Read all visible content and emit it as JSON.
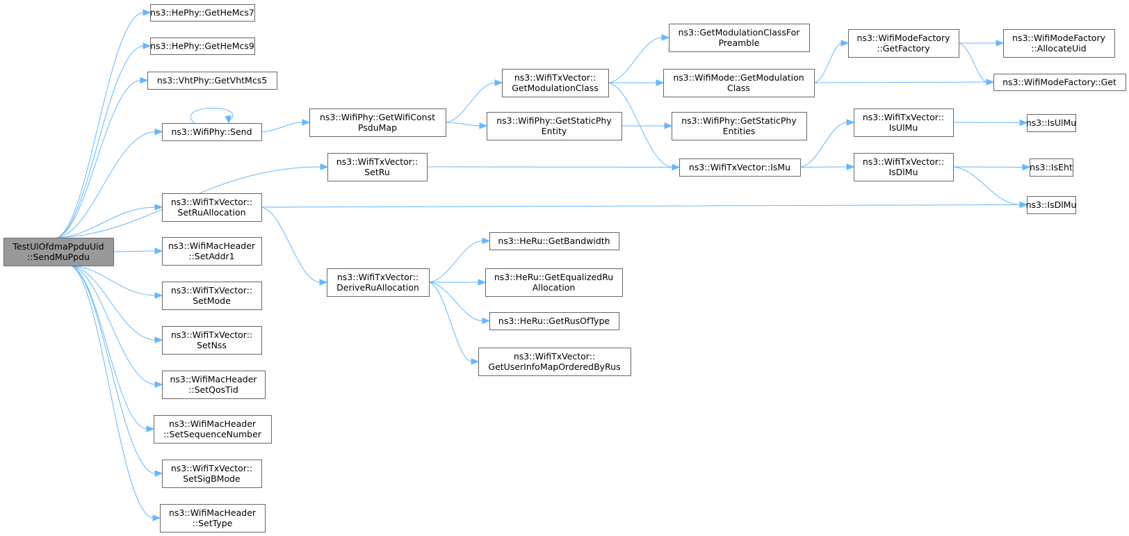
{
  "graph": {
    "nodes": [
      {
        "id": "root",
        "lines": [
          "TestUlOfdmaPpduUid",
          "::SendMuPpdu"
        ],
        "root": true
      },
      {
        "id": "getHeMcs7",
        "lines": [
          "ns3::HePhy::GetHeMcs7"
        ]
      },
      {
        "id": "getHeMcs9",
        "lines": [
          "ns3::HePhy::GetHeMcs9"
        ]
      },
      {
        "id": "getVhtMcs5",
        "lines": [
          "ns3::VhtPhy::GetVhtMcs5"
        ]
      },
      {
        "id": "send",
        "lines": [
          "ns3::WifiPhy::Send"
        ]
      },
      {
        "id": "setRu",
        "lines": [
          "ns3::WifiTxVector::",
          "SetRu"
        ]
      },
      {
        "id": "setRuAllocation",
        "lines": [
          "ns3::WifiTxVector::",
          "SetRuAllocation"
        ]
      },
      {
        "id": "setAddr1",
        "lines": [
          "ns3::WifiMacHeader",
          "::SetAddr1"
        ]
      },
      {
        "id": "setMode",
        "lines": [
          "ns3::WifiTxVector::",
          "SetMode"
        ]
      },
      {
        "id": "setNss",
        "lines": [
          "ns3::WifiTxVector::",
          "SetNss"
        ]
      },
      {
        "id": "setQosTid",
        "lines": [
          "ns3::WifiMacHeader",
          "::SetQosTid"
        ]
      },
      {
        "id": "setSeqNum",
        "lines": [
          "ns3::WifiMacHeader",
          "::SetSequenceNumber"
        ]
      },
      {
        "id": "setSigBMode",
        "lines": [
          "ns3::WifiTxVector::",
          "SetSigBMode"
        ]
      },
      {
        "id": "setType",
        "lines": [
          "ns3::WifiMacHeader",
          "::SetType"
        ]
      },
      {
        "id": "getWifiConstPsduMap",
        "lines": [
          "ns3::WifiPhy::GetWifiConst",
          "PsduMap"
        ]
      },
      {
        "id": "getModulationClass",
        "lines": [
          "ns3::WifiTxVector::",
          "GetModulationClass"
        ]
      },
      {
        "id": "getStaticPhyEntity",
        "lines": [
          "ns3::WifiPhy::GetStaticPhy",
          "Entity"
        ]
      },
      {
        "id": "deriveRuAllocation",
        "lines": [
          "ns3::WifiTxVector::",
          "DeriveRuAllocation"
        ]
      },
      {
        "id": "getBandwidth",
        "lines": [
          "ns3::HeRu::GetBandwidth"
        ]
      },
      {
        "id": "getEqualizedRuAllocation",
        "lines": [
          "ns3::HeRu::GetEqualizedRu",
          "Allocation"
        ]
      },
      {
        "id": "getRusOfType",
        "lines": [
          "ns3::HeRu::GetRusOfType"
        ]
      },
      {
        "id": "getUserInfoMap",
        "lines": [
          "ns3::WifiTxVector::",
          "GetUserInfoMapOrderedByRus"
        ]
      },
      {
        "id": "getModClassForPreamble",
        "lines": [
          "ns3::GetModulationClassFor",
          "Preamble"
        ]
      },
      {
        "id": "wifiModeGetModClass",
        "lines": [
          "ns3::WifiMode::GetModulation",
          "Class"
        ]
      },
      {
        "id": "getStaticPhyEntities",
        "lines": [
          "ns3::WifiPhy::GetStaticPhy",
          "Entities"
        ]
      },
      {
        "id": "isMu",
        "lines": [
          "ns3::WifiTxVector::IsMu"
        ]
      },
      {
        "id": "getFactory",
        "lines": [
          "ns3::WifiModeFactory",
          "::GetFactory"
        ]
      },
      {
        "id": "isUlMuVec",
        "lines": [
          "ns3::WifiTxVector::",
          "IsUlMu"
        ]
      },
      {
        "id": "isDlMuVec",
        "lines": [
          "ns3::WifiTxVector::",
          "IsDlMu"
        ]
      },
      {
        "id": "allocateUid",
        "lines": [
          "ns3::WifiModeFactory",
          "::AllocateUid"
        ]
      },
      {
        "id": "factoryGet",
        "lines": [
          "ns3::WifiModeFactory::Get"
        ]
      },
      {
        "id": "isUlMu",
        "lines": [
          "ns3::IsUlMu"
        ]
      },
      {
        "id": "isEht",
        "lines": [
          "ns3::IsEht"
        ]
      },
      {
        "id": "isDlMu",
        "lines": [
          "ns3::IsDlMu"
        ]
      }
    ],
    "edges": [
      [
        "root",
        "getHeMcs7"
      ],
      [
        "root",
        "getHeMcs9"
      ],
      [
        "root",
        "getVhtMcs5"
      ],
      [
        "root",
        "send"
      ],
      [
        "root",
        "setRu"
      ],
      [
        "root",
        "setRuAllocation"
      ],
      [
        "root",
        "setAddr1"
      ],
      [
        "root",
        "setMode"
      ],
      [
        "root",
        "setNss"
      ],
      [
        "root",
        "setQosTid"
      ],
      [
        "root",
        "setSeqNum"
      ],
      [
        "root",
        "setSigBMode"
      ],
      [
        "root",
        "setType"
      ],
      [
        "send",
        "send"
      ],
      [
        "send",
        "getWifiConstPsduMap"
      ],
      [
        "getWifiConstPsduMap",
        "getModulationClass"
      ],
      [
        "getWifiConstPsduMap",
        "getStaticPhyEntity"
      ],
      [
        "getModulationClass",
        "getModClassForPreamble"
      ],
      [
        "getModulationClass",
        "wifiModeGetModClass"
      ],
      [
        "getModulationClass",
        "isMu"
      ],
      [
        "getStaticPhyEntity",
        "getStaticPhyEntities"
      ],
      [
        "wifiModeGetModClass",
        "getFactory"
      ],
      [
        "wifiModeGetModClass",
        "factoryGet"
      ],
      [
        "getFactory",
        "allocateUid"
      ],
      [
        "getFactory",
        "factoryGet"
      ],
      [
        "setRu",
        "isMu"
      ],
      [
        "isMu",
        "isUlMuVec"
      ],
      [
        "isMu",
        "isDlMuVec"
      ],
      [
        "isUlMuVec",
        "isUlMu"
      ],
      [
        "isDlMuVec",
        "isEht"
      ],
      [
        "isDlMuVec",
        "isDlMu"
      ],
      [
        "setRuAllocation",
        "isDlMu"
      ],
      [
        "setRuAllocation",
        "deriveRuAllocation"
      ],
      [
        "deriveRuAllocation",
        "getBandwidth"
      ],
      [
        "deriveRuAllocation",
        "getEqualizedRuAllocation"
      ],
      [
        "deriveRuAllocation",
        "getRusOfType"
      ],
      [
        "deriveRuAllocation",
        "getUserInfoMap"
      ]
    ]
  }
}
